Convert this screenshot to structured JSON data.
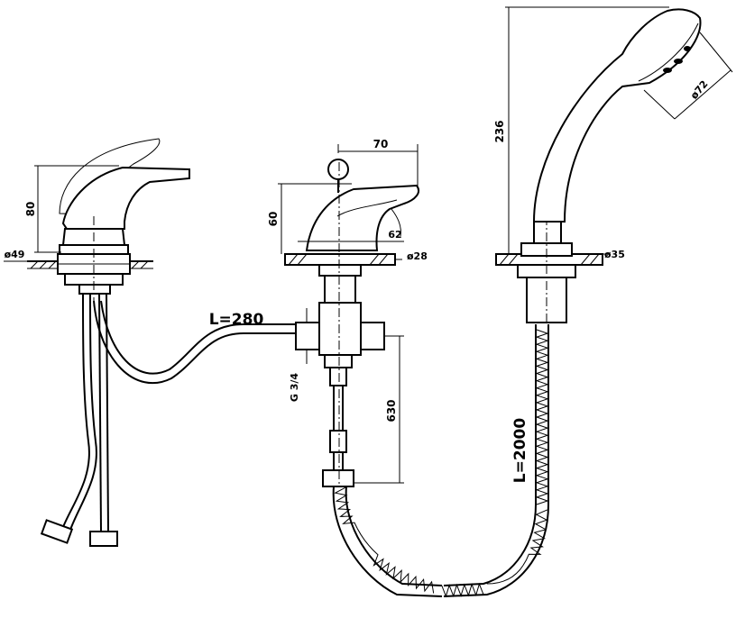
{
  "colors": {
    "line": "#000000",
    "background": "#ffffff"
  },
  "dimensions": {
    "left_height": "80",
    "left_diameter": "ø49",
    "middle_width": "70",
    "middle_height": "60",
    "middle_spout": "62",
    "middle_diameter": "ø28",
    "shower_height": "236",
    "shower_head_diameter": "ø72",
    "right_diameter": "ø35",
    "connection_hose_length": "L=280",
    "thread": "G 3/4",
    "pipe_length": "630",
    "shower_hose_length": "L=2000"
  }
}
